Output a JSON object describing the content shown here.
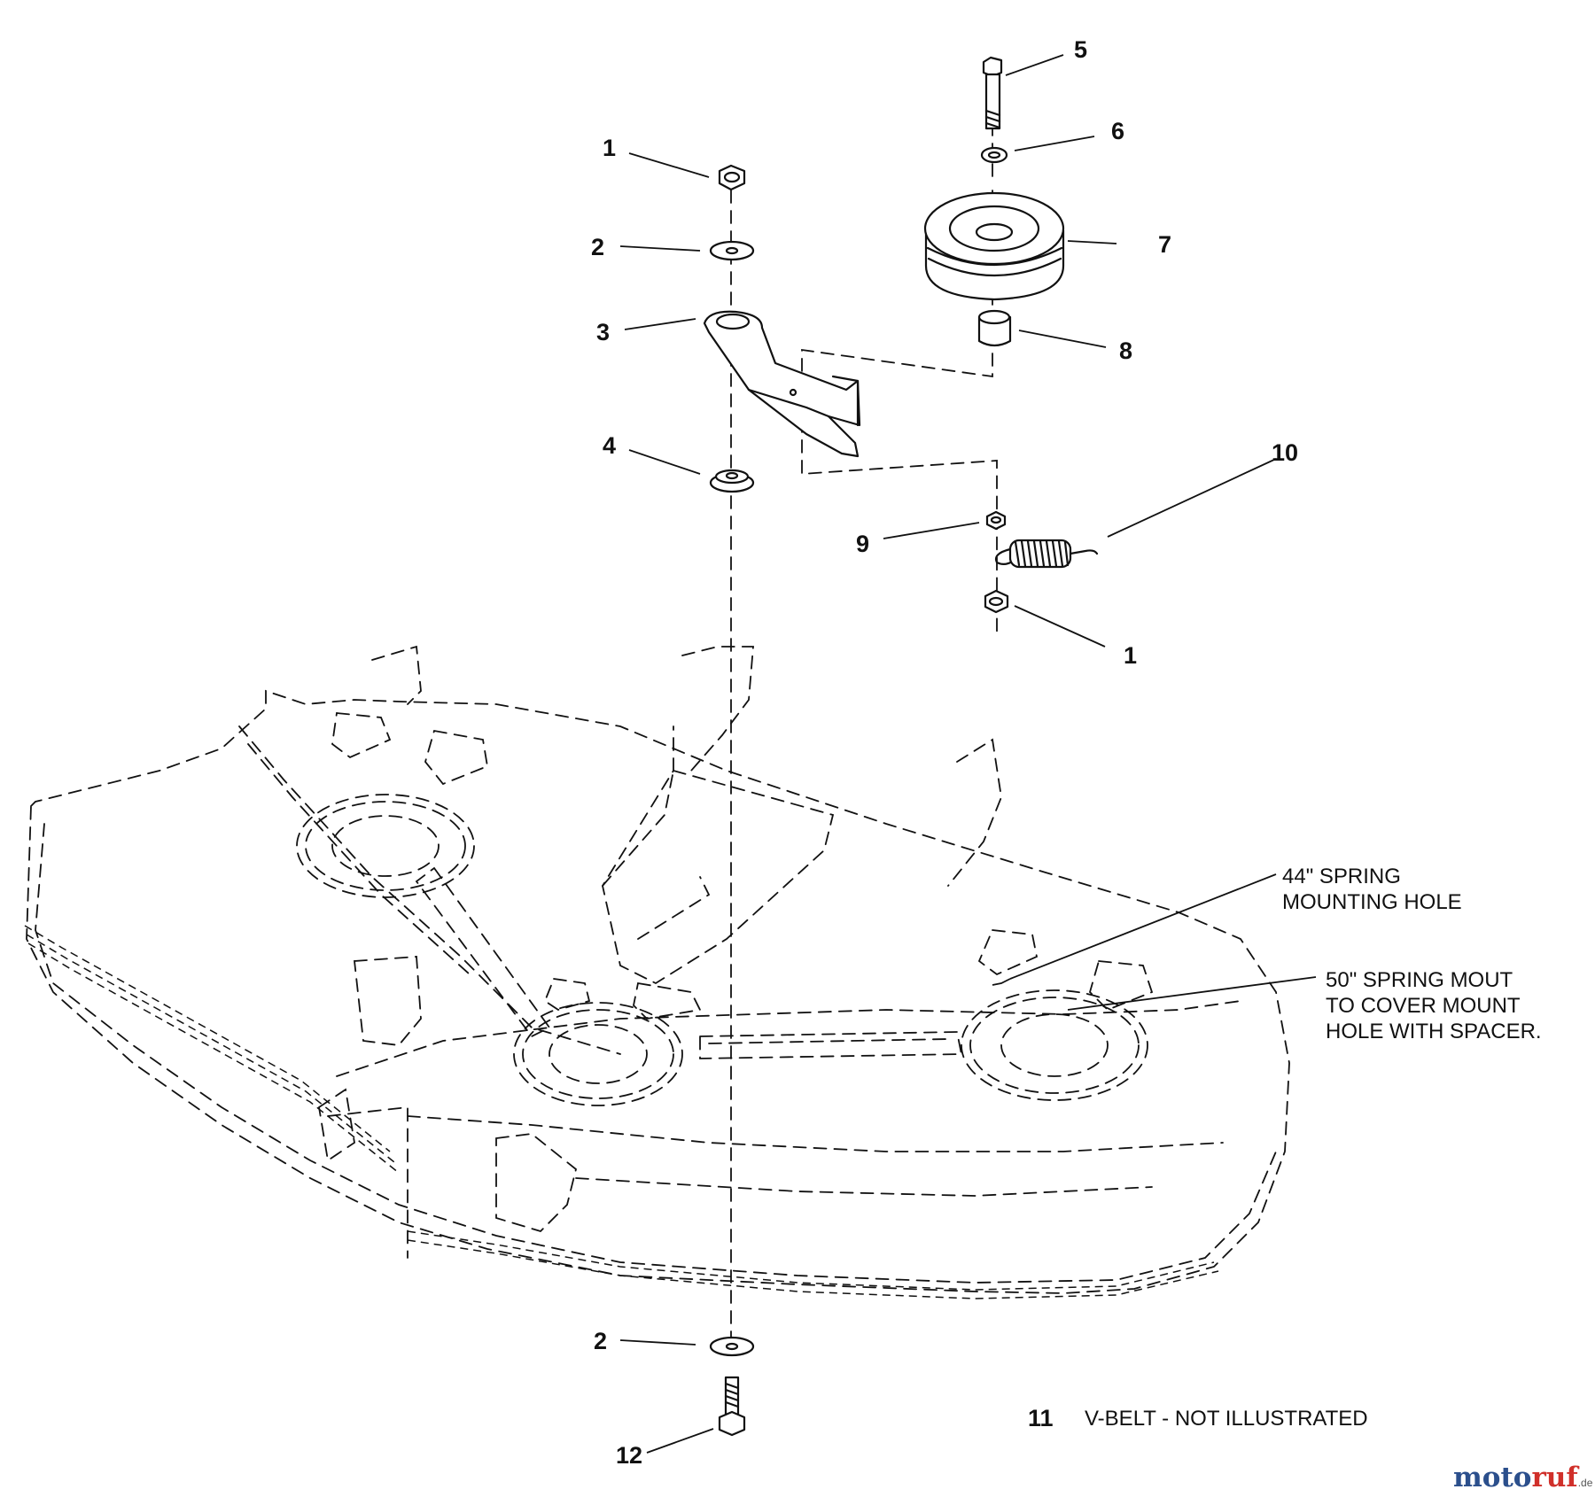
{
  "callouts": {
    "c1_top": "1",
    "c2_top": "2",
    "c3": "3",
    "c4": "4",
    "c5": "5",
    "c6": "6",
    "c7": "7",
    "c8": "8",
    "c9": "9",
    "c10": "10",
    "c1_right": "1",
    "c2_bottom": "2",
    "c11": "11",
    "c12": "12"
  },
  "notes": {
    "spring44_line1": "44\" SPRING",
    "spring44_line2": "MOUNTING HOLE",
    "spring50_line1": "50\" SPRING MOUT",
    "spring50_line2": "TO COVER MOUNT",
    "spring50_line3": "HOLE WITH SPACER.",
    "vbelt": "V-BELT - NOT ILLUSTRATED"
  },
  "watermark": {
    "part1": "moto",
    "part2": "ruf",
    "part3": ".de"
  }
}
